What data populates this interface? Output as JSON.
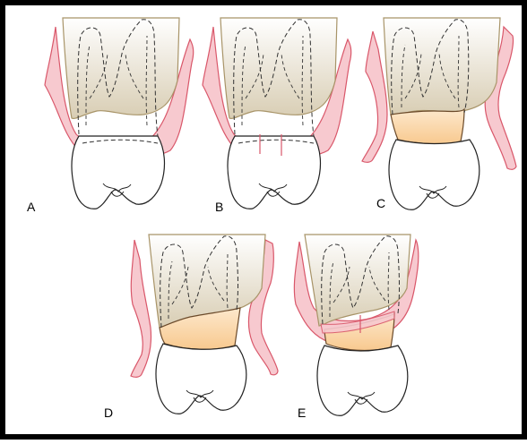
{
  "panels": [
    {
      "label": "A"
    },
    {
      "label": "B"
    },
    {
      "label": "C"
    },
    {
      "label": "D"
    },
    {
      "label": "E"
    }
  ],
  "colors": {
    "border": "#000000",
    "gingiva_fill": "#f7c9cf",
    "gingiva_stroke": "#d9576a",
    "bone_top": "#ffffff",
    "bone_bottom": "#d8cdb3",
    "bone_stroke": "#a89468",
    "crown_fill": "#ffffff",
    "crown_stroke": "#222222",
    "exposed_root_fill": "#fbd9b0",
    "exposed_root_stroke": "#6b4a2a",
    "root_outline": "#333333"
  }
}
